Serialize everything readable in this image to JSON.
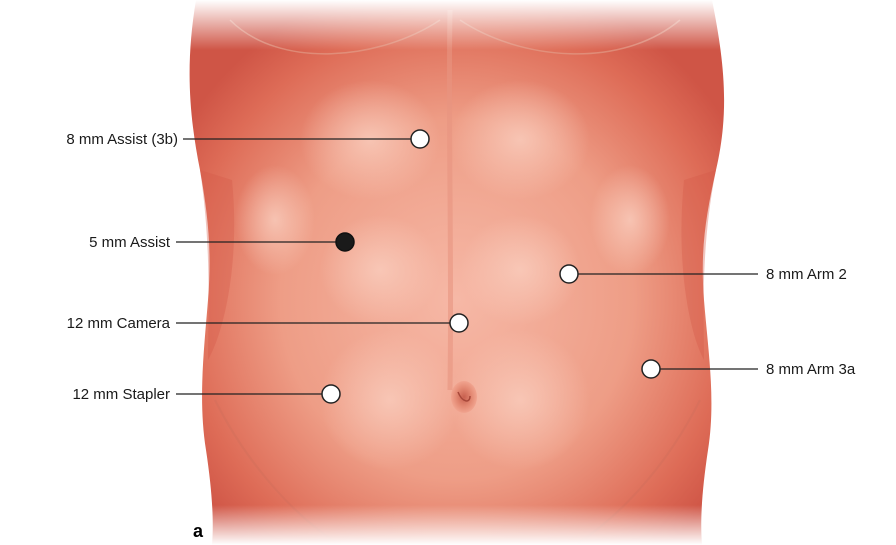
{
  "panel_label": "a",
  "ports": [
    {
      "id": "assist-3b",
      "label": "8 mm Assist (3b)",
      "marker": "open"
    },
    {
      "id": "assist-5mm",
      "label": "5 mm Assist",
      "marker": "filled"
    },
    {
      "id": "camera",
      "label": "12 mm Camera",
      "marker": "open"
    },
    {
      "id": "stapler",
      "label": "12 mm Stapler",
      "marker": "open"
    },
    {
      "id": "arm-2",
      "label": "8 mm Arm 2",
      "marker": "open"
    },
    {
      "id": "arm-3a",
      "label": "8 mm Arm 3a",
      "marker": "open"
    }
  ],
  "colors": {
    "skin_base": "#f0a08a",
    "skin_shadow": "#d9604e",
    "skin_light": "#f7c3b2",
    "marker_open_fill": "#ffffff",
    "marker_filled_fill": "#1a1a1a",
    "leader_line": "#222222"
  }
}
